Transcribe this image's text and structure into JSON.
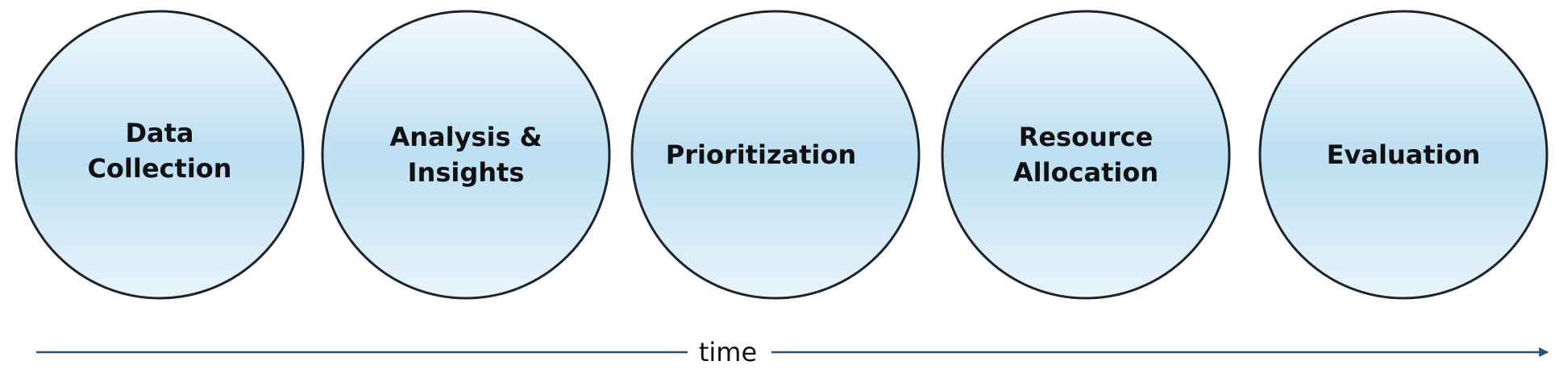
{
  "stages": [
    {
      "line1": "Data",
      "line2": "Collection"
    },
    {
      "line1": "Analysis &",
      "line2": "Insights"
    },
    {
      "line1": "Prioritization",
      "line2": ""
    },
    {
      "line1": "Resource",
      "line2": "Allocation"
    },
    {
      "line1": "Evaluation",
      "line2": ""
    }
  ],
  "timeline": {
    "label": "time"
  },
  "colors": {
    "circle_fill_edge": "#f2f9fd",
    "circle_fill_center": "#bcdff2",
    "circle_stroke": "#1c2430",
    "arrow": "#2c5173",
    "text": "#111111"
  }
}
